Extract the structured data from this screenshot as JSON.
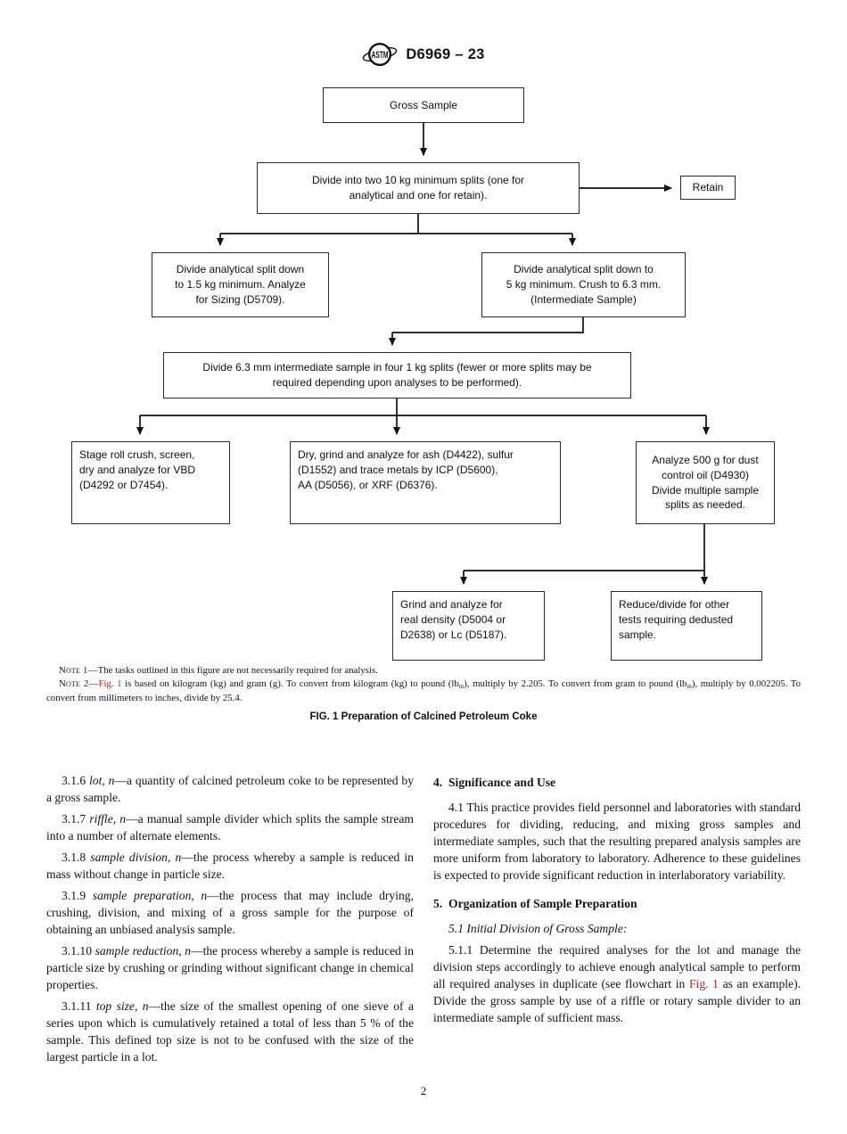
{
  "header": {
    "title": "D6969 – 23"
  },
  "flowchart": {
    "boxes": {
      "gross": "Gross Sample",
      "divide_two": "Divide into two 10 kg minimum splits (one for\nanalytical and one for retain).",
      "retain": "Retain",
      "divide_15": "Divide analytical split down\nto 1.5 kg minimum. Analyze\nfor Sizing (D5709).",
      "divide_5": "Divide analytical split down to\n5 kg minimum. Crush to 6.3 mm.\n(Intermediate Sample)",
      "divide_63": "Divide 6.3 mm intermediate sample in four 1 kg splits (fewer or more splits may be\nrequired depending upon analyses to be performed).",
      "stage_roll": "Stage roll crush, screen,\ndry and analyze for VBD\n(D4292 or D7454).",
      "dry_grind": "Dry, grind and analyze for ash (D4422), sulfur\n(D1552) and trace metals by ICP (D5600),\nAA (D5056), or XRF (D6376).",
      "analyze_500": "Analyze 500 g for dust\ncontrol oil (D4930)\nDivide multiple sample\nsplits as needed.",
      "grind_density": "Grind and analyze for\nreal density (D5004 or\nD2638) or Lc (D5187).",
      "reduce_divide": "Reduce/divide for other\ntests requiring dedusted\nsample."
    },
    "notes": {
      "note1": [
        {
          "t": "Note 1—",
          "s": "sc"
        },
        {
          "t": "The tasks outlined in this figure are not necessarily required for analysis."
        }
      ],
      "note2": [
        {
          "t": "Note 2—",
          "s": "sc"
        },
        {
          "t": "Fig. 1",
          "s": "red",
          "link": true
        },
        {
          "t": " is based on kilogram (kg) and gram (g). To convert from kilogram (kg) to pound (lb"
        },
        {
          "t": "m",
          "s": "sub"
        },
        {
          "t": "), multiply by 2.205. To convert from gram to pound (lb"
        },
        {
          "t": "m",
          "s": "sub"
        },
        {
          "t": "), multiply by 0.002205. To convert from millimeters to inches, divide by 25.4."
        }
      ]
    },
    "caption": "FIG. 1 Preparation of Calcined Petroleum Coke"
  },
  "columns": {
    "left": {
      "paras": [
        [
          {
            "t": "3.1.6 "
          },
          {
            "t": "lot, n",
            "s": "i"
          },
          {
            "t": "—a quantity of calcined petroleum coke to be represented by a gross sample."
          }
        ],
        [
          {
            "t": "3.1.7 "
          },
          {
            "t": "riffle, n",
            "s": "i"
          },
          {
            "t": "—a manual sample divider which splits the sample stream into a number of alternate elements."
          }
        ],
        [
          {
            "t": "3.1.8 "
          },
          {
            "t": "sample division, n",
            "s": "i"
          },
          {
            "t": "—the process whereby a sample is reduced in mass without change in particle size."
          }
        ],
        [
          {
            "t": "3.1.9 "
          },
          {
            "t": "sample preparation, n",
            "s": "i"
          },
          {
            "t": "—the process that may include drying, crushing, division, and mixing of a gross sample for the purpose of obtaining an unbiased analysis sample."
          }
        ],
        [
          {
            "t": "3.1.10 "
          },
          {
            "t": "sample reduction, n",
            "s": "i"
          },
          {
            "t": "—the process whereby a sample is reduced in particle size by crushing or grinding without significant change in chemical properties."
          }
        ],
        [
          {
            "t": "3.1.11 "
          },
          {
            "t": "top size, n",
            "s": "i"
          },
          {
            "t": "—the size of the smallest opening of one sieve of a series upon which is cumulatively retained a total of less than 5 % of the sample. This defined top size is not to be confused with the size of the largest particle in a lot."
          }
        ]
      ]
    },
    "right": {
      "heading4": "4.  Significance and Use",
      "para41": [
        {
          "t": "4.1 This practice provides field personnel and laboratories with standard procedures for dividing, reducing, and mixing gross samples and intermediate samples, such that the resulting prepared analysis samples are more uniform from laboratory to laboratory. Adherence to these guidelines is expected to provide significant reduction in interlaboratory variability."
        }
      ],
      "heading5": "5.  Organization of Sample Preparation",
      "para51": [
        {
          "t": "5.1 Initial Division of Gross Sample:",
          "s": "i"
        }
      ],
      "para511": [
        {
          "t": "5.1.1 Determine the required analyses for the lot and manage the division steps accordingly to achieve enough analytical sample to perform all required analyses in duplicate (see flowchart in "
        },
        {
          "t": "Fig. 1",
          "s": "red",
          "link": true
        },
        {
          "t": " as an example). Divide the gross sample by use of a riffle or rotary sample divider to an intermediate sample of sufficient mass."
        }
      ]
    }
  },
  "footer": {
    "page_number": "2"
  },
  "colors": {
    "link_red": "#d01818",
    "ink": "#141414"
  }
}
